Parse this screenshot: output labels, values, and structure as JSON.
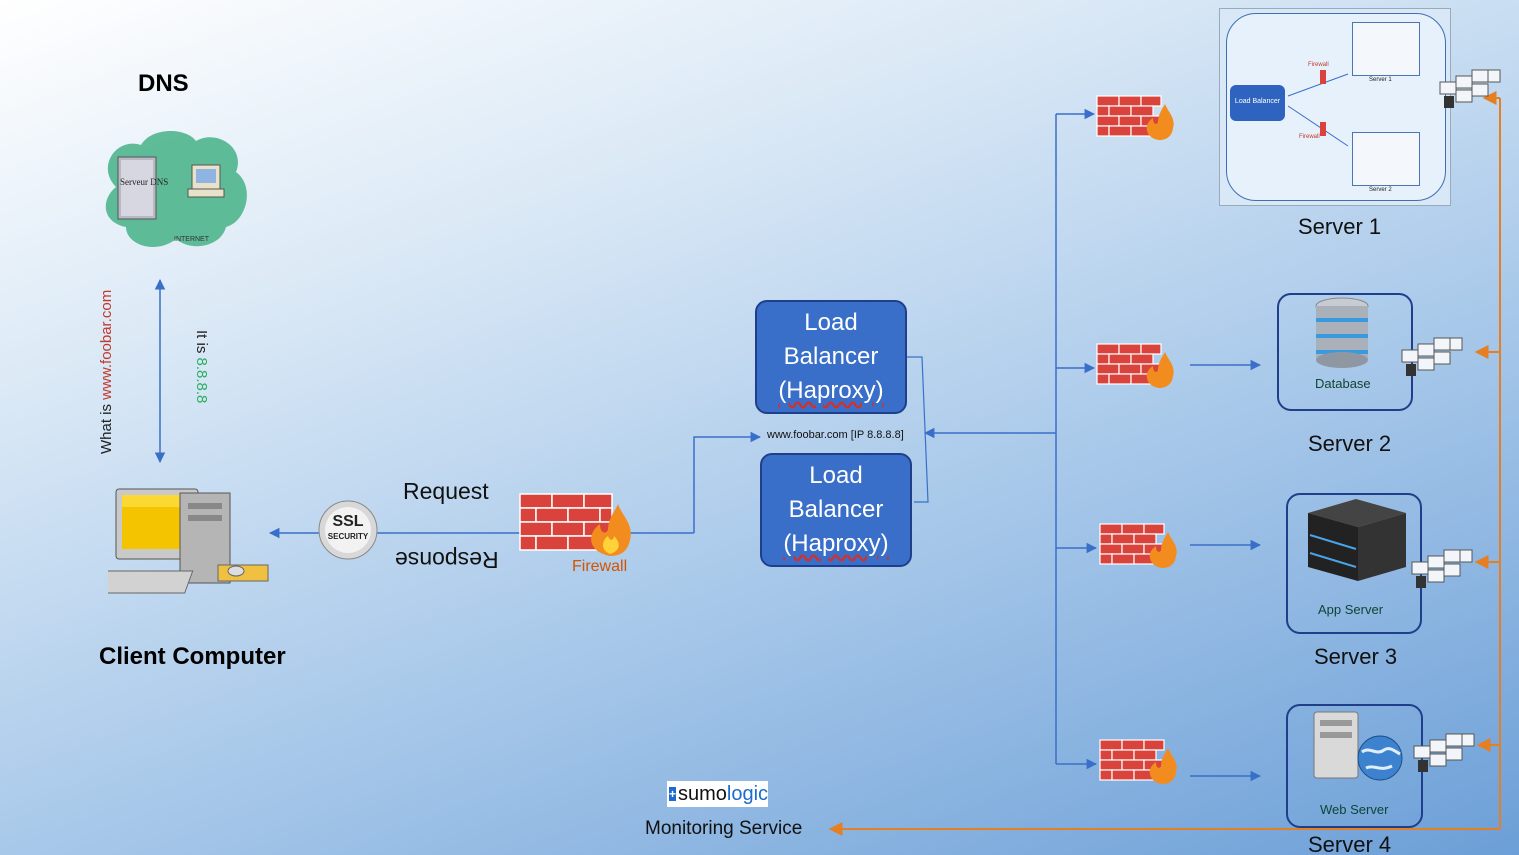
{
  "dns": {
    "title": "DNS",
    "cloud_label": "Serveur DNS",
    "internet_label": "INTERNET"
  },
  "query": {
    "prefix": "What is ",
    "domain": "www.foobar.com",
    "answer_prefix": "It is ",
    "answer_ip": "8.8.8.8"
  },
  "client": {
    "title": "Client Computer"
  },
  "ssl": {
    "top": "SSL",
    "bottom": "SECURITY"
  },
  "traffic": {
    "request": "Request",
    "response": "Response"
  },
  "firewall": {
    "label": "Firewall"
  },
  "load_balancers": [
    {
      "line1": "Load",
      "line2": "Balancer",
      "line3": "(Haproxy)"
    },
    {
      "line1": "Load",
      "line2": "Balancer",
      "line3": "(Haproxy)"
    }
  ],
  "lb_address": "www.foobar.com [IP 8.8.8.8]",
  "server1": {
    "title": "Server 1",
    "inner_lb": "Load Balancer",
    "inner_fw": "Firewall",
    "inner_srv1": "Server 1",
    "inner_srv2": "Server 2"
  },
  "server2": {
    "title": "Server 2",
    "label": "Database"
  },
  "server3": {
    "title": "Server 3",
    "label": "App Server"
  },
  "server4": {
    "title": "Server 4",
    "label": "Web Server"
  },
  "monitoring": {
    "label": "Monitoring Service",
    "brand_a": "sumo",
    "brand_b": "logic"
  },
  "colors": {
    "arrow": "#3a6fc9",
    "monitor_line": "#e67e22",
    "lb_fill": "#3a6fc9",
    "firewall": "#d9433b"
  }
}
